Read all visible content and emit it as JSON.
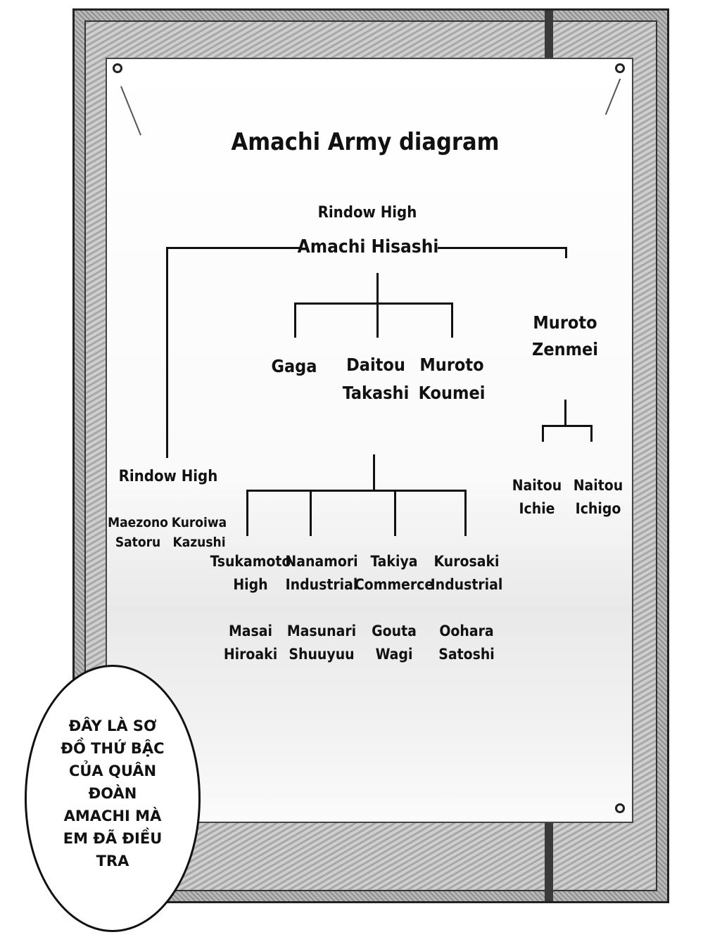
{
  "diagram": {
    "title": "Amachi Army diagram",
    "top": {
      "school": "Rindow High",
      "leader": "Amachi Hisashi"
    },
    "middle": [
      {
        "line1": "Gaga",
        "line2": ""
      },
      {
        "line1": "Daitou",
        "line2": "Takashi"
      },
      {
        "line1": "Muroto",
        "line2": "Koumei"
      }
    ],
    "right": {
      "line1": "Muroto",
      "line2": "Zenmei"
    },
    "right_children": [
      {
        "line1": "Naitou",
        "line2": "Ichie"
      },
      {
        "line1": "Naitou",
        "line2": "Ichigo"
      }
    ],
    "left": {
      "school": "Rindow High",
      "members": [
        {
          "line1": "Maezono",
          "line2": "Satoru"
        },
        {
          "line1": "Kuroiwa",
          "line2": "Kazushi"
        }
      ]
    },
    "schools": [
      {
        "school1": "Tsukamoto",
        "school2": "High",
        "name1": "Masai",
        "name2": "Hiroaki"
      },
      {
        "school1": "Nanamori",
        "school2": "Industrial",
        "name1": "Masunari",
        "name2": "Shuuyuu"
      },
      {
        "school1": "Takiya",
        "school2": "Commerce",
        "name1": "Gouta",
        "name2": "Wagi"
      },
      {
        "school1": "Kurosaki",
        "school2": "Industrial",
        "name1": "Oohara",
        "name2": "Satoshi"
      }
    ]
  },
  "speech_bubble": {
    "lines": [
      "ĐÂY LÀ SƠ",
      "ĐỒ THỨ BẬC",
      "CỦA QUÂN",
      "ĐOÀN",
      "AMACHI MÀ",
      "EM ĐÃ ĐIỀU",
      "TRA"
    ]
  }
}
